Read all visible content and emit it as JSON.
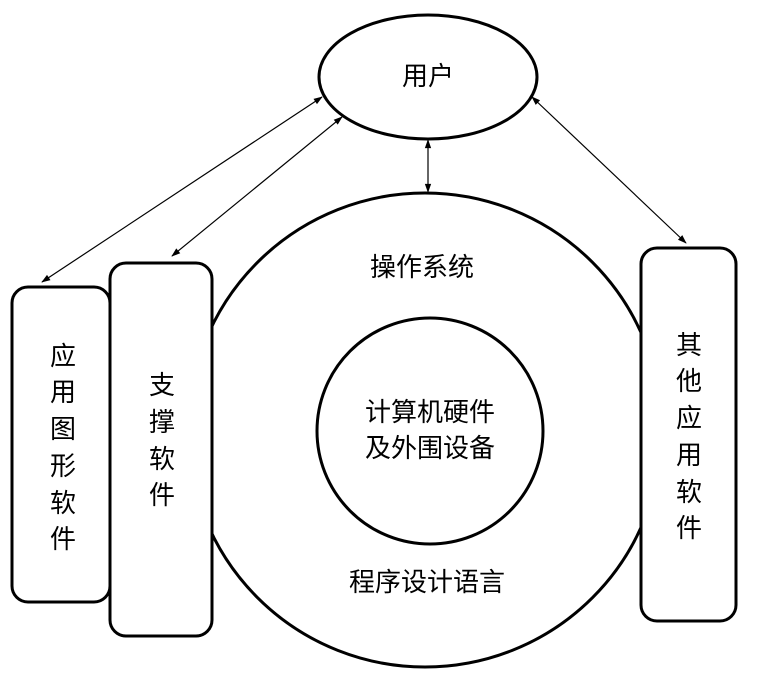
{
  "user": {
    "label": "用户"
  },
  "os": {
    "label": "操作系统"
  },
  "hardware": {
    "line1": "计算机硬件",
    "line2": "及外围设备"
  },
  "language": {
    "label": "程序设计语言"
  },
  "graphics_software": {
    "chars": [
      "应",
      "用",
      "图",
      "形",
      "软",
      "件"
    ]
  },
  "support_software": {
    "chars": [
      "支",
      "撑",
      "软",
      "件"
    ]
  },
  "other_software": {
    "chars": [
      "其",
      "他",
      "应",
      "用",
      "软",
      "件"
    ]
  }
}
